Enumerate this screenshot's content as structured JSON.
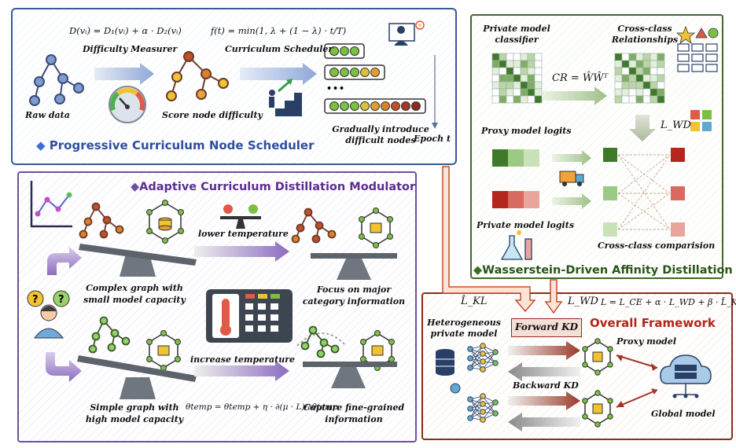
{
  "curriculum": {
    "title": "Progressive Curriculum Node Scheduler",
    "eq_difficulty": "D(vᵢ) = D₁(vᵢ) + α · D₂(vᵢ)",
    "eq_scheduler": "f(t) = min(1, λ + (1 − λ) · t/T)",
    "difficulty_measurer": "Difficulty Measurer",
    "curriculum_scheduler": "Curriculum Scheduler",
    "raw_data": "Raw data",
    "score_node": "Score node difficulty",
    "gradually_1": "Gradually introduce",
    "gradually_2": "difficult nodes",
    "epoch": "Epoch t",
    "ellipsis": "•••"
  },
  "modulator": {
    "title": "Adaptive Curriculum Distillation Modulator",
    "lower_temp": "lower temperature",
    "increase_temp": "increase temperature",
    "complex_1": "Complex graph with",
    "complex_2": "small model capacity",
    "simple_1": "Simple graph with",
    "simple_2": "high model capacity",
    "focus_1": "Focus on major",
    "focus_2": "category information",
    "capture_1": "Capture fine-grained",
    "capture_2": "information",
    "eq_temp": "θtemp = θtemp + η · ∂(μ · L)/∂θtemp"
  },
  "wasserstein": {
    "title": "Wasserstein-Driven Affinity Distillation",
    "private_classifier_1": "Private model",
    "private_classifier_2": "classifier",
    "cross_class_1": "Cross-class",
    "cross_class_2": "Relationships",
    "eq_cr": "CR = ŴŴᵀ",
    "lwd": "L_WD",
    "proxy_logits": "Proxy model logits",
    "private_logits": "Private model logits",
    "cross_comparison": "Cross-class comparision"
  },
  "framework": {
    "title": "Overall Framework",
    "hetero_1": "Heterogeneous",
    "hetero_2": "private model",
    "forward_kd": "Forward KD",
    "backward_kd": "Backward KD",
    "proxy_model": "Proxy model",
    "global_model": "Global model",
    "l_kl": "L̂_KL",
    "l_wd": "L_WD",
    "eq_total": "L = L_CE + α · L_WD + β · L̂_KL"
  },
  "colors": {
    "curriculum": "#3b5998",
    "modulator": "#6e4ea1",
    "wasserstein": "#3f6a2a",
    "framework": "#8e2a1e",
    "arrow_orange": "#c0502a"
  },
  "icons": [
    "speedometer-icon",
    "stair-climber-icon",
    "teacher-icon",
    "line-chart-icon",
    "balance-scale-icon",
    "thermostat-icon",
    "confused-person-icon",
    "truck-icon",
    "lab-flask-icon",
    "puzzle-icon",
    "shapes-icon",
    "database-icon",
    "cloud-server-icon",
    "graph-node-icon"
  ]
}
